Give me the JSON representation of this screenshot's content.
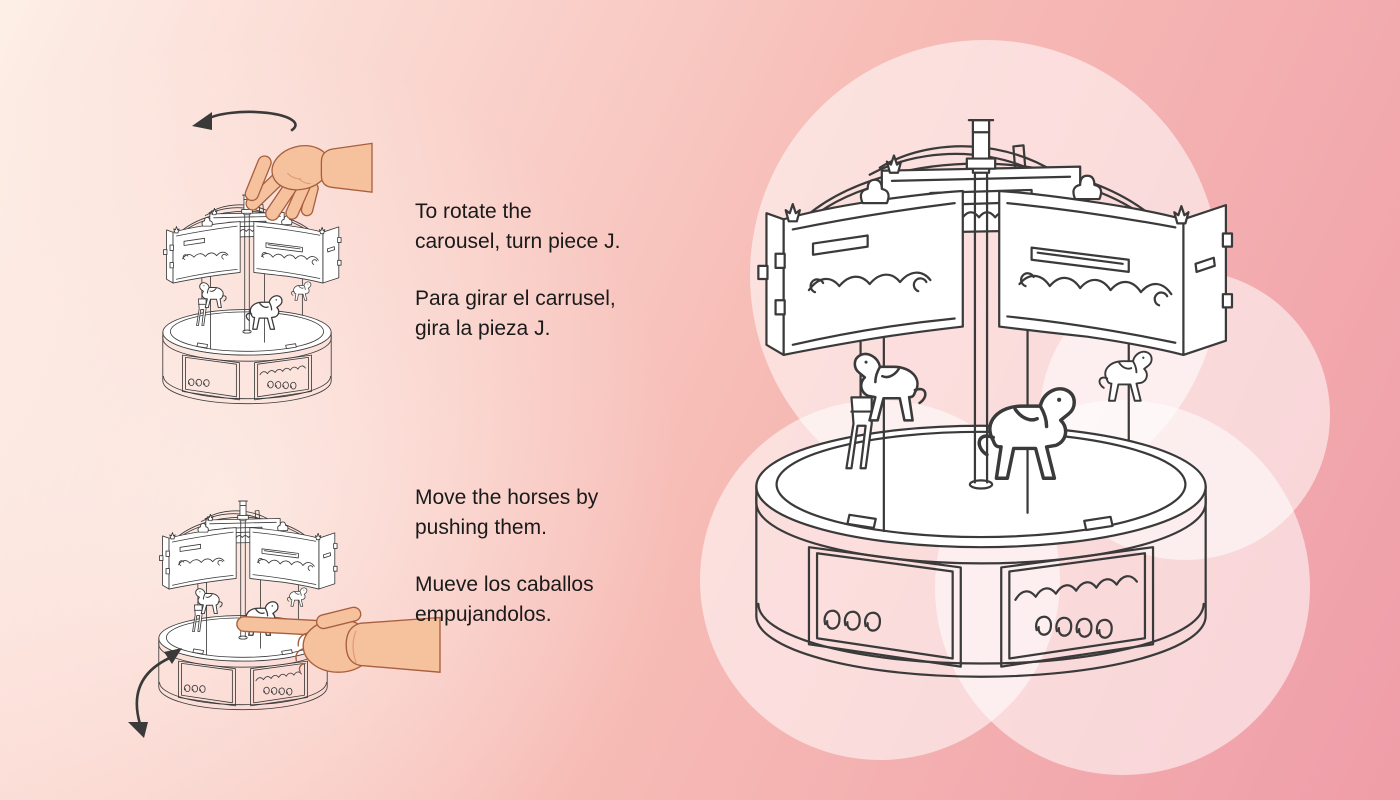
{
  "instructions": {
    "rotate": {
      "en_line1": "To rotate the",
      "en_line2": "carousel, turn piece J.",
      "es_line1": "Para girar el carrusel,",
      "es_line2": "gira la pieza J."
    },
    "move": {
      "en_line1": "Move the horses by",
      "en_line2": "pushing them.",
      "es_line1": "Mueve los caballos",
      "es_line2": "empujandolos."
    }
  },
  "icons": {
    "rotation_arrow": "curved-rotation-arrow",
    "swing_arrow": "curved-double-arrow"
  },
  "colors": {
    "bg_light": "#fdefe7",
    "bg_mid": "#f7bcb6",
    "bg_deep": "#ef9da8",
    "line": "#3a3a3a",
    "skin": "#f6c29e",
    "skin_dark": "#e09a72",
    "skin_outline": "#a85f3e",
    "circle_fill": "rgba(255,255,255,0.55)",
    "text": "#1a1a1a"
  }
}
